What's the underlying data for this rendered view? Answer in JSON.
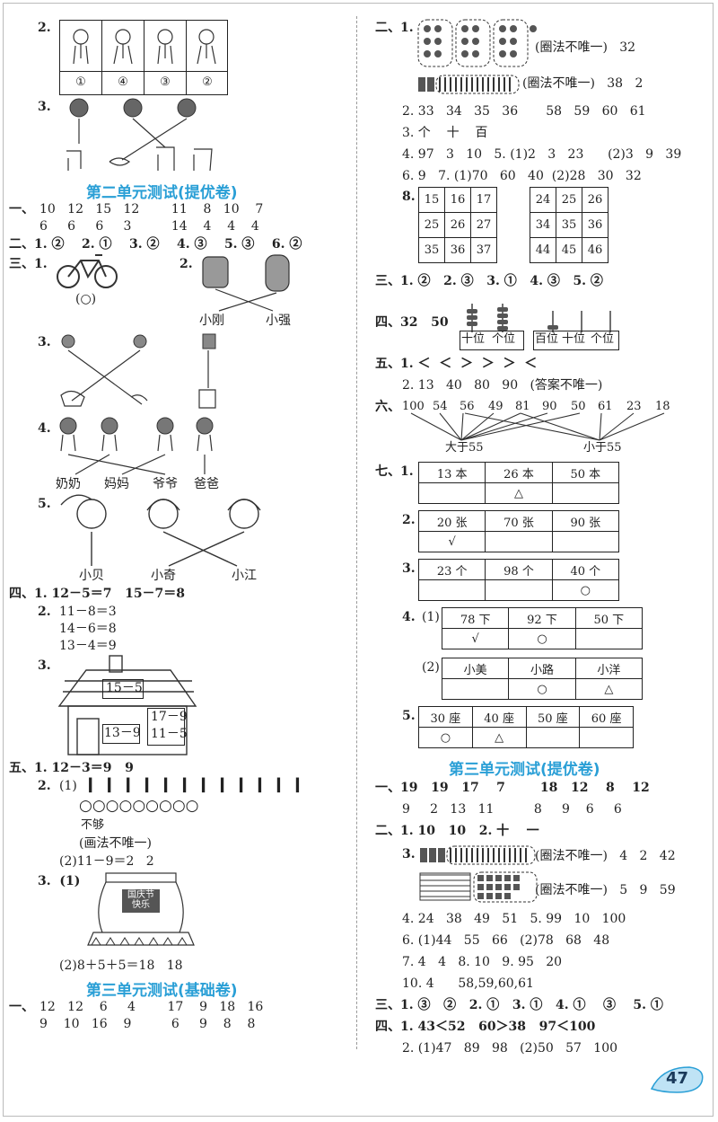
{
  "page_number": "47",
  "left": {
    "q2_num": "2.",
    "q2_labels": [
      "①",
      "④",
      "③",
      "②"
    ],
    "q3_num": "3.",
    "title_u2": "第二单元测试(提优卷)",
    "u2_1_label": "一、",
    "u2_1_row1": "10   12   15   12        11    8   10    7",
    "u2_1_row2": "6     6     6     3          14    4    4    4",
    "u2_2": "二、1. ②    2. ①    3. ②    4. ③    5. ③    6. ②",
    "u2_3_label": "三、1.",
    "bike_answer": "(○)",
    "u2_3_2_num": "2.",
    "u2_3_2_names": [
      "小刚",
      "小强"
    ],
    "u2_3_3_num": "3.",
    "u2_3_4_num": "4.",
    "u2_3_4_names": [
      "奶奶",
      "妈妈",
      "爷爷",
      "爸爸"
    ],
    "u2_3_5_num": "5.",
    "u2_3_5_names": [
      "小贝",
      "小奇",
      "小江"
    ],
    "u2_4_1": "四、1. 12－5＝7   15－7＝8",
    "u2_4_2_num": "2.",
    "u2_4_2_lines": [
      "11－8＝3",
      "14－6＝8",
      "13－4＝9"
    ],
    "u2_4_3_num": "3.",
    "house_labels": [
      "15－5",
      "13－9",
      "17－9",
      "11－5"
    ],
    "u2_5_1": "五、1. 12－3＝9   9",
    "u2_5_2_num": "2.",
    "u2_5_2_a": "(1)",
    "sticks": "❙ ❙ ❙ ❙ ❙ ❙ ❙ ❙ ❙ ❙ ❙ ❙",
    "circles": "○○○○○○○○○",
    "not_enough": "不够",
    "draw_note": "(画法不唯一)",
    "u2_5_2_b": "(2)11－9＝2   2",
    "u2_5_3": "3.  (1)",
    "stage_sign": "国庆节快乐",
    "u2_5_3_b": "(2)8＋5＋5＝18   18",
    "title_u3a": "第三单元测试(基础卷)",
    "u3a_1_label": "一、",
    "u3a_1_row1": "12   12    6     4        17    9   18   16",
    "u3a_1_row2": "9    10   16    9          6     9    8    8"
  },
  "right": {
    "r2_label": "二、1.",
    "r2_1_note": "(圈法不唯一)   32",
    "r2_1_note2": "(圈法不唯一)   38   2",
    "r2_2": "2. 33   34   35   36       58   59   60   61",
    "r2_3": "3. 个    十    百",
    "r2_4": "4. 97   3   10   5. (1)2   3   23      (2)3   9   39",
    "r2_6": "6. 9   7. (1)70   60   40  (2)28   30   32",
    "r2_8_num": "8.",
    "grid_a": [
      [
        "15",
        "16",
        "17"
      ],
      [
        "25",
        "26",
        "27"
      ],
      [
        "35",
        "36",
        "37"
      ]
    ],
    "grid_b": [
      [
        "24",
        "25",
        "26"
      ],
      [
        "34",
        "35",
        "36"
      ],
      [
        "44",
        "45",
        "46"
      ]
    ],
    "r3": "三、1. ②   2. ③   3. ①   4. ③   5. ②",
    "r4": "四、32   50",
    "abacus_labels": [
      "十位",
      "个位",
      "百位",
      "十位",
      "个位"
    ],
    "r5_1": "五、1. ＜  ＜  ＞  ＞  ＞  ＜",
    "r5_2": "2. 13   40   80   90   (答案不唯一)",
    "r6_label": "六、",
    "r6_numbers": [
      "100",
      "54",
      "56",
      "49",
      "81",
      "90",
      "50",
      "61",
      "23",
      "18"
    ],
    "r6_greater": "大于55",
    "r6_less": "小于55",
    "r7_label": "七、1.",
    "t1": {
      "head": [
        "13 本",
        "26 本",
        "50 本"
      ],
      "mark": [
        "",
        "△",
        ""
      ]
    },
    "t2_num": "2.",
    "t2": {
      "head": [
        "20 张",
        "70 张",
        "90 张"
      ],
      "mark": [
        "√",
        "",
        ""
      ]
    },
    "t3_num": "3.",
    "t3": {
      "head": [
        "23 个",
        "98 个",
        "40 个"
      ],
      "mark": [
        "",
        "",
        "○"
      ]
    },
    "t4_num": "4.",
    "t4a_label": "(1)",
    "t4a": {
      "head": [
        "78 下",
        "92 下",
        "50 下"
      ],
      "mark": [
        "√",
        "○",
        ""
      ]
    },
    "t4b_label": "(2)",
    "t4b": {
      "head": [
        "小美",
        "小路",
        "小洋"
      ],
      "mark": [
        "",
        "○",
        "△"
      ]
    },
    "t5_num": "5.",
    "t5": {
      "head": [
        "30 座",
        "40 座",
        "50 座",
        "60 座"
      ],
      "mark": [
        "○",
        "△",
        "",
        ""
      ]
    },
    "title_u3b": "第三单元测试(提优卷)",
    "u3b_1_row1": "一、19   19   17    7        18   12    8    12",
    "u3b_1_row2": "9     2   13   11          8     9    6     6",
    "u3b_2_1": "二、1. 10   10   2. 十    一",
    "u3b_2_3_num": "3.",
    "u3b_2_3_note": "(圈法不唯一)   4   2   42",
    "u3b_2_3_note2": "(圈法不唯一)   5   9   59",
    "u3b_4": "4. 24   38   49   51   5. 99   10   100",
    "u3b_6": "6. (1)44   55   66   (2)78   68   48",
    "u3b_7": "7. 4   4   8. 10   9. 95   20",
    "u3b_10": "10. 4      58,59,60,61",
    "u3b_3": "三、1. ③   ②   2. ①   3. ①   4. ①    ③    5. ①",
    "u3b_4_1": "四、1. 43＜52   60＞38   97＜100",
    "u3b_4_2": "2. (1)47   89   98   (2)50   57   100"
  }
}
